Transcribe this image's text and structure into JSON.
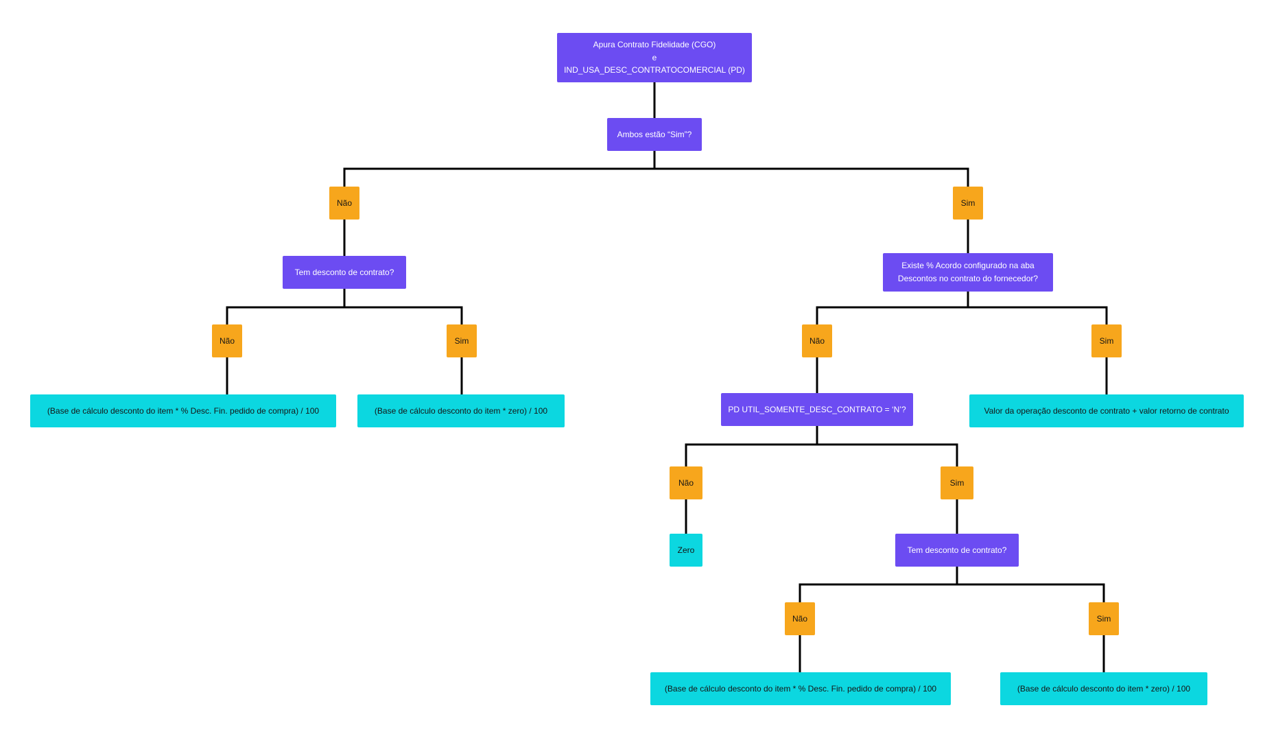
{
  "flowchart": {
    "colors": {
      "purple": "#6C4CF2",
      "orange": "#F7A61C",
      "cyan": "#0CD7E0",
      "line": "#000000",
      "background": "#FFFFFF"
    },
    "root": {
      "text": "Apura Contrato Fidelidade (CGO)\ne\nIND_USA_DESC_CONTRATOCOMERCIAL (PD)"
    },
    "level1": {
      "question": "Ambos estão “Sim”?",
      "no": "Não",
      "yes": "Sim"
    },
    "left_branch": {
      "question": "Tem desconto de contrato?",
      "no": "Não",
      "yes": "Sim",
      "no_result": "(Base de cálculo desconto do item * % Desc. Fin. pedido de compra) / 100",
      "yes_result": "(Base de cálculo desconto do item * zero) / 100"
    },
    "right_branch": {
      "question": "Existe % Acordo configurado na aba\nDescontos no contrato do fornecedor?",
      "no": "Não",
      "yes": "Sim",
      "yes_result": "Valor da operação desconto de contrato + valor retorno de contrato",
      "pd_question": "PD UTIL_SOMENTE_DESC_CONTRATO = ‘N’?",
      "pd_no": "Não",
      "pd_yes": "Sim",
      "pd_no_result": "Zero",
      "tem_question": "Tem desconto de contrato?",
      "tem_no": "Não",
      "tem_yes": "Sim",
      "tem_no_result": "(Base de cálculo desconto do item * % Desc. Fin. pedido de compra) / 100",
      "tem_yes_result": "(Base de cálculo desconto do item * zero) / 100"
    }
  }
}
